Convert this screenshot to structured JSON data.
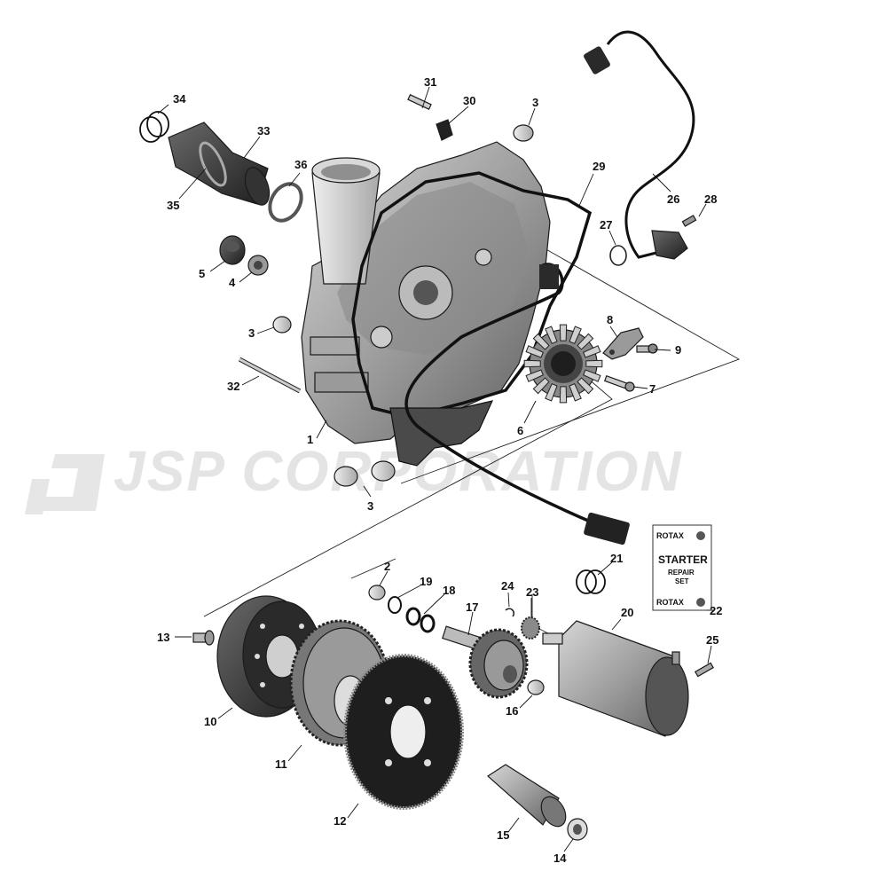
{
  "watermark": "JSP CORPORATION",
  "kit_card": {
    "brand_top": "ROTAX",
    "title": "STARTER",
    "subtitle_1": "REPAIR",
    "subtitle_2": "SET",
    "brand_bottom": "ROTAX"
  },
  "callouts": {
    "c1": "1",
    "c2": "2",
    "c3a": "3",
    "c3b": "3",
    "c3c": "3",
    "c4": "4",
    "c5": "5",
    "c6": "6",
    "c7": "7",
    "c8": "8",
    "c9": "9",
    "c10": "10",
    "c11": "11",
    "c12": "12",
    "c13": "13",
    "c14": "14",
    "c15": "15",
    "c16": "16",
    "c17": "17",
    "c18": "18",
    "c19": "19",
    "c20": "20",
    "c21": "21",
    "c22": "22",
    "c23": "23",
    "c24": "24",
    "c25": "25",
    "c26": "26",
    "c27": "27",
    "c28": "28",
    "c29": "29",
    "c30": "30",
    "c31": "31",
    "c32": "32",
    "c33": "33",
    "c34": "34",
    "c35": "35",
    "c36": "36"
  }
}
